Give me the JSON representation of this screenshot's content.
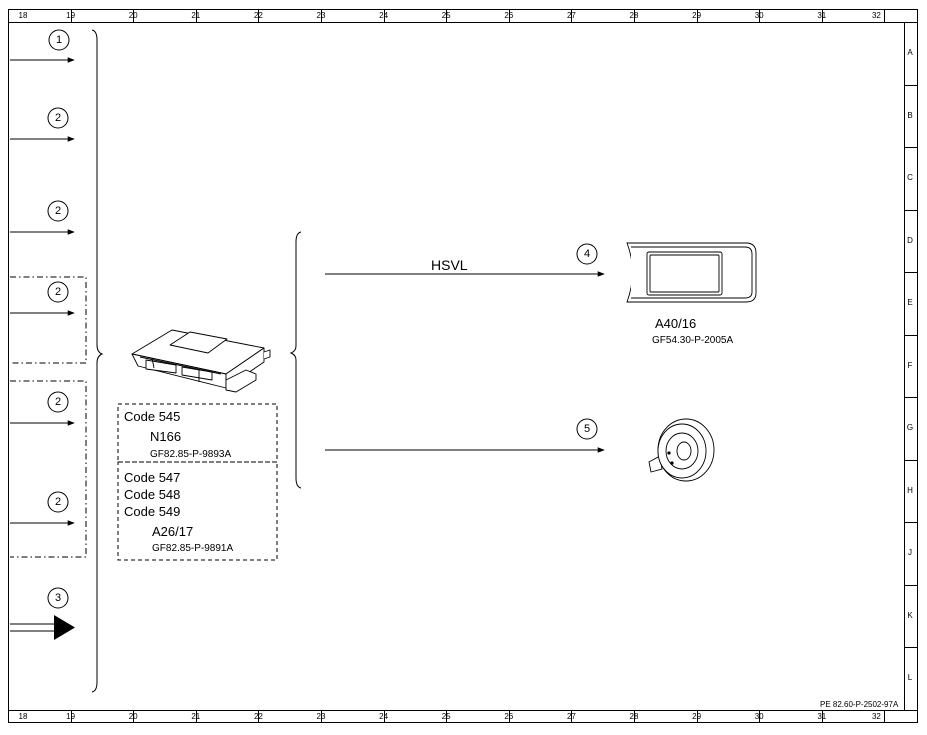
{
  "border": {
    "columns": [
      "18",
      "19",
      "20",
      "21",
      "22",
      "23",
      "24",
      "25",
      "26",
      "27",
      "28",
      "29",
      "30",
      "31",
      "32"
    ],
    "rows": [
      "A",
      "B",
      "C",
      "D",
      "E",
      "F",
      "G",
      "H",
      "J",
      "K",
      "L"
    ]
  },
  "callouts": [
    "1",
    "2",
    "2",
    "2",
    "2",
    "2",
    "3",
    "4",
    "5"
  ],
  "signal_label": "HSVL",
  "module": {
    "code_first": "Code 545",
    "first_name": "N166",
    "first_ref": "GF82.85-P-9893A",
    "codes": [
      "Code 547",
      "Code 548",
      "Code 549"
    ],
    "second_name": "A26/17",
    "second_ref": "GF82.85-P-9891A"
  },
  "display": {
    "name": "A40/16",
    "ref": "GF54.30-P-2005A"
  },
  "doc_ref": "PE 82.60-P-2502-97A"
}
